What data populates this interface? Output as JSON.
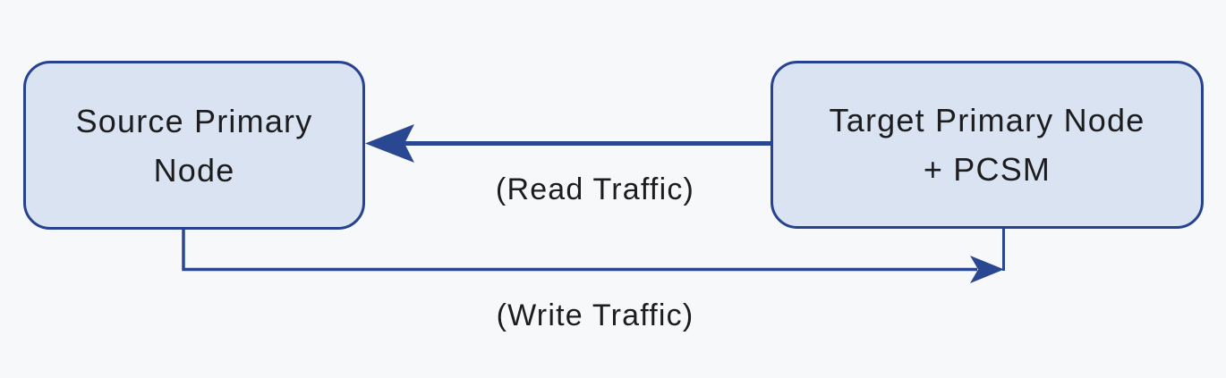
{
  "diagram": {
    "colors": {
      "background": "#f7f8fa",
      "node_fill": "#d9e3f1",
      "node_border": "#27428f",
      "arrow": "#2a4792",
      "text": "#1d1d1f"
    },
    "nodes": {
      "source": {
        "lines": [
          "Source Primary",
          "Node"
        ]
      },
      "target": {
        "lines": [
          "Target Primary Node",
          "+ PCSM"
        ]
      }
    },
    "edges": {
      "read": {
        "label": "(Read Traffic)",
        "from": "target",
        "to": "source"
      },
      "write": {
        "label": "(Write Traffic)",
        "from": "source",
        "to": "target"
      }
    }
  }
}
